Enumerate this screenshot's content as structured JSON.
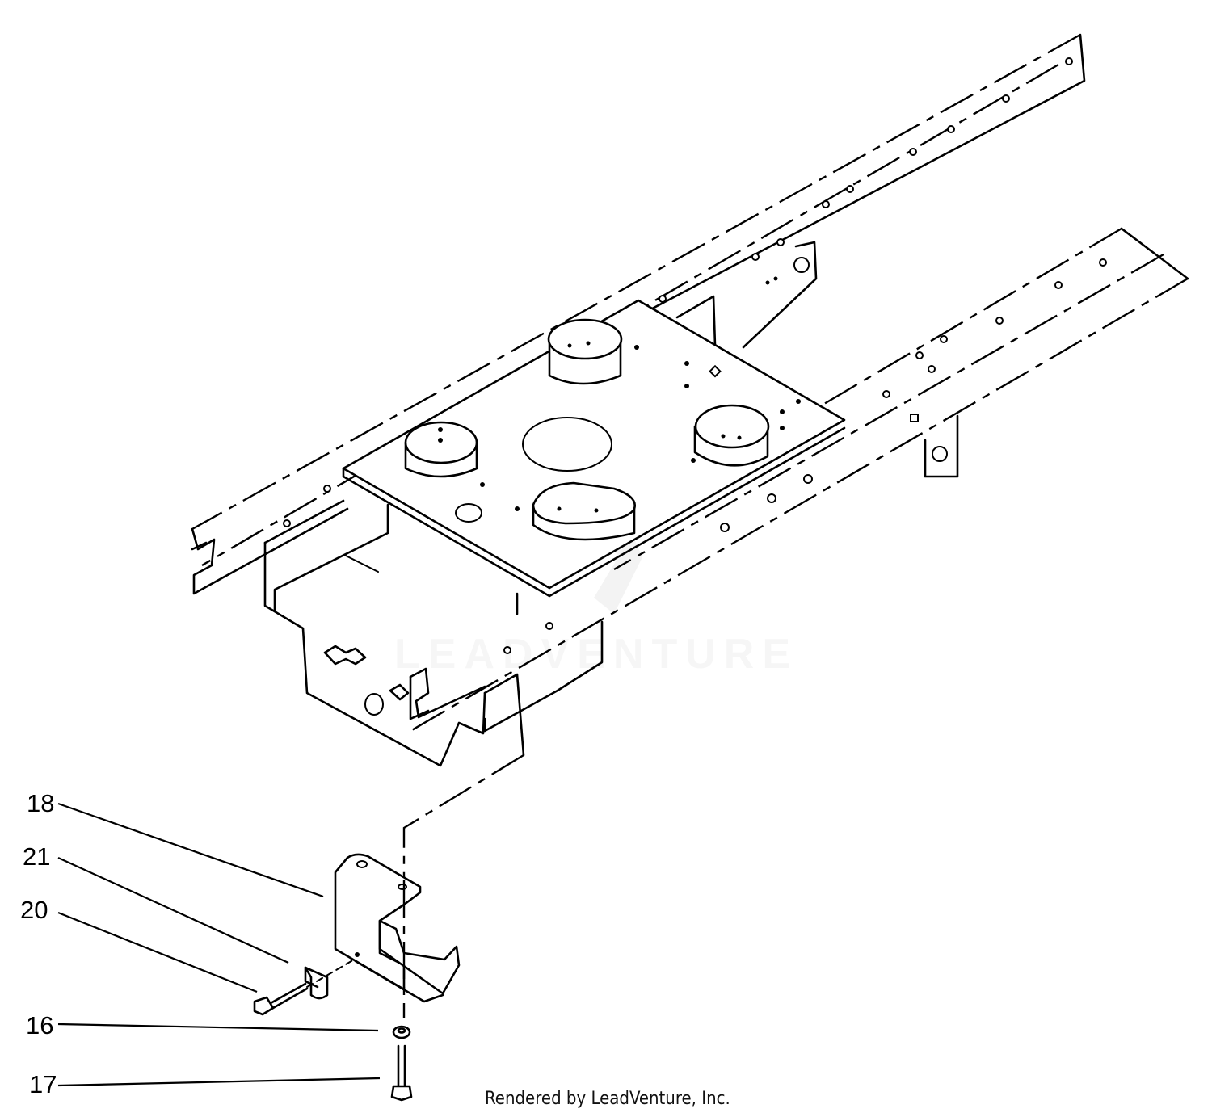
{
  "callouts": [
    {
      "id": "18",
      "label": "18"
    },
    {
      "id": "21",
      "label": "21"
    },
    {
      "id": "20",
      "label": "20"
    },
    {
      "id": "16",
      "label": "16"
    },
    {
      "id": "17",
      "label": "17"
    }
  ],
  "watermark": "LEADVENTURE",
  "credit": "Rendered by LeadVenture, Inc."
}
